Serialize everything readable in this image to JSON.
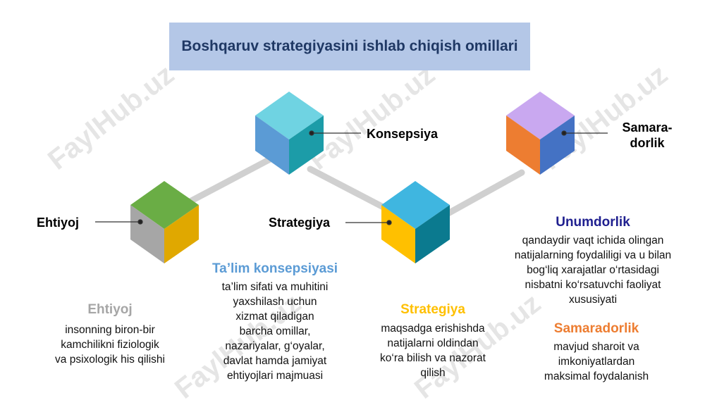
{
  "title": "Boshqaruv strategiyasini ishlab chiqish omillari",
  "watermark": "FaylHub.uz",
  "nodes": [
    {
      "label": "Ehtiyoj",
      "top_color": "#6aad45",
      "left_color": "#a6a6a6",
      "right_color": "#e0a800"
    },
    {
      "label": "Konsepsiya",
      "top_color": "#6fd3e2",
      "left_color": "#5b9bd5",
      "right_color": "#1c9ca8"
    },
    {
      "label": "Strategiya",
      "top_color": "#3fb6e0",
      "left_color": "#ffc000",
      "right_color": "#0b7a8f"
    },
    {
      "label_line1": "Samara-",
      "label_line2": "dorlik",
      "top_color": "#c9a8f0",
      "left_color": "#ed7d31",
      "right_color": "#4472c4"
    }
  ],
  "descriptions": {
    "ehtiyoj": {
      "heading": "Ehtiyoj",
      "color": "#a6a6a6",
      "lines": [
        "insonning biron-bir",
        "kamchilikni fiziologik",
        "va psixologik his qilishi"
      ]
    },
    "talim": {
      "heading": "Ta’lim konsepsiyasi",
      "color": "#5b9bd5",
      "lines": [
        "ta’lim sifati va muhitini",
        "yaxshilash uchun",
        "xizmat qiladigan",
        "barcha omillar,",
        "nazariyalar, g‘oyalar,",
        "davlat hamda jamiyat",
        "ehtiyojlari majmuasi"
      ]
    },
    "strategiya": {
      "heading": "Strategiya",
      "color": "#ffc000",
      "lines": [
        "maqsadga erishishda",
        "natijalarni oldindan",
        "ko‘ra bilish va nazorat",
        "qilish"
      ]
    },
    "unumdorlik": {
      "heading": "Unumdorlik",
      "color": "#1f1f8f",
      "lines": [
        "qandaydir vaqt ichida olingan",
        "natijalarning foydaliligi va u bilan",
        "bog‘liq xarajatlar o‘rtasidagi",
        "nisbatni ko‘rsatuvchi faoliyat",
        "xususiyati"
      ]
    },
    "samaradorlik": {
      "heading": "Samaradorlik",
      "color": "#ed7d31",
      "lines": [
        "mavjud sharoit va",
        "imkoniyatlardan",
        "maksimal foydalanish"
      ]
    }
  }
}
